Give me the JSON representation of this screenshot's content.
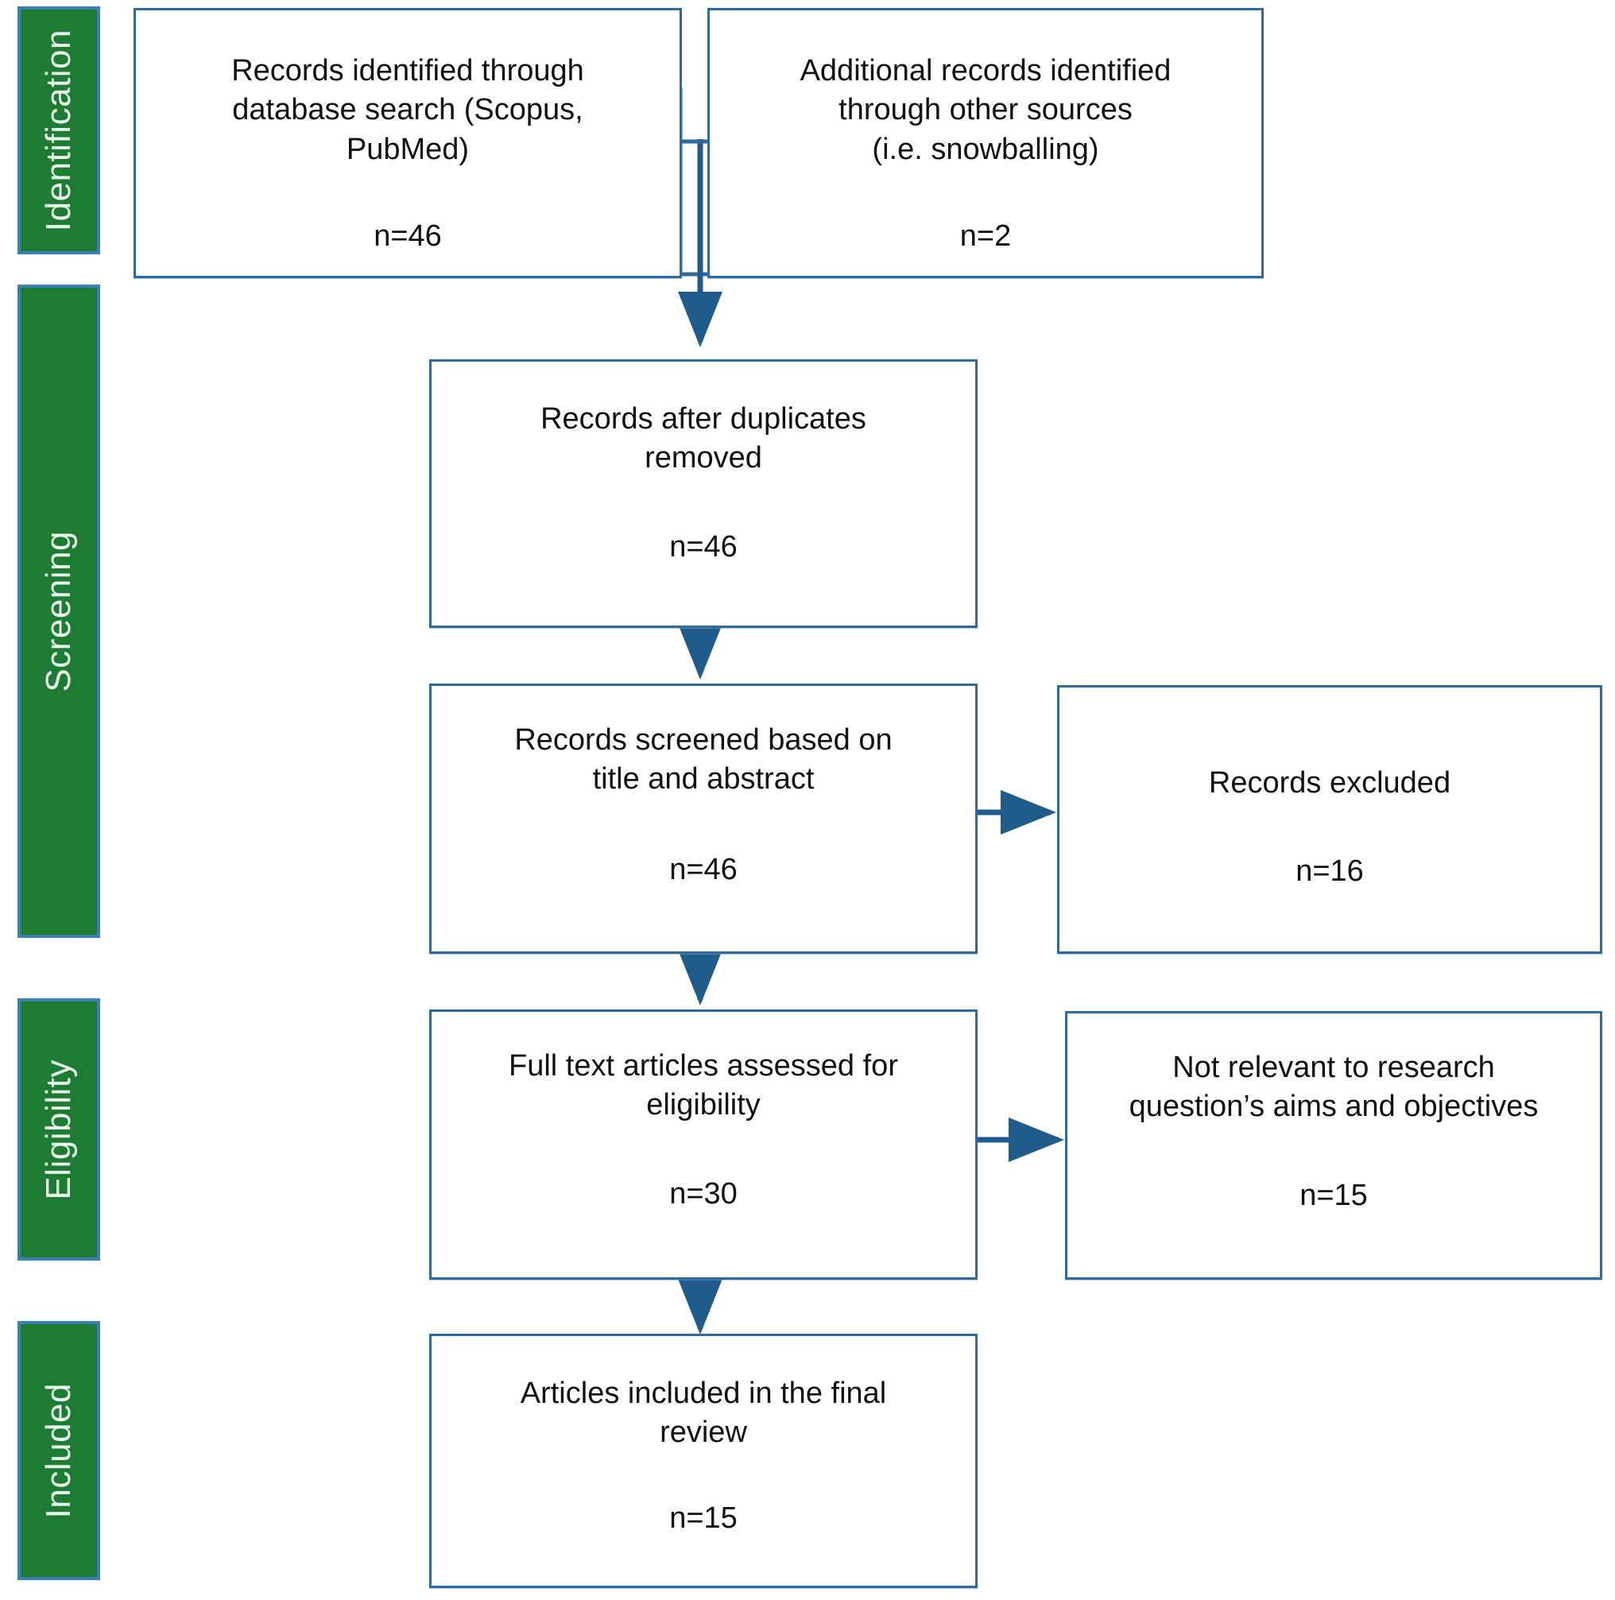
{
  "diagram": {
    "type": "prisma-flow-diagram",
    "accent_border_color": "#2E6A9E",
    "stage_bar_color": "#1E7B34",
    "stage_bar_border_color": "#3C7FB1",
    "stage_label_color": "#E8F3E9",
    "connector_color": "#2E6A9E"
  },
  "stages": [
    {
      "id": "identification",
      "label": "Identification"
    },
    {
      "id": "screening",
      "label": "Screening"
    },
    {
      "id": "eligibility",
      "label": "Eligibility"
    },
    {
      "id": "included",
      "label": "Included"
    }
  ],
  "boxes": {
    "records_identified": {
      "text": "Records identified through\ndatabase search (Scopus,\nPubMed)",
      "count": "n=46"
    },
    "additional_records": {
      "text": "Additional records identified\nthrough other sources\n(i.e. snowballing)",
      "count": "n=2"
    },
    "after_duplicates": {
      "text": "Records after duplicates\nremoved",
      "count": "n=46"
    },
    "records_screened": {
      "text": "Records screened based on\ntitle and abstract",
      "count": "n=46"
    },
    "records_excluded": {
      "text": "Records excluded",
      "count": "n=16"
    },
    "full_text_assessed": {
      "text": "Full text articles assessed for\neligibility",
      "count": "n=30"
    },
    "not_relevant": {
      "text": "Not relevant to research\nquestion’s aims and objectives",
      "count": "n=15"
    },
    "articles_included": {
      "text": "Articles included in the final\nreview",
      "count": "n=15"
    }
  }
}
